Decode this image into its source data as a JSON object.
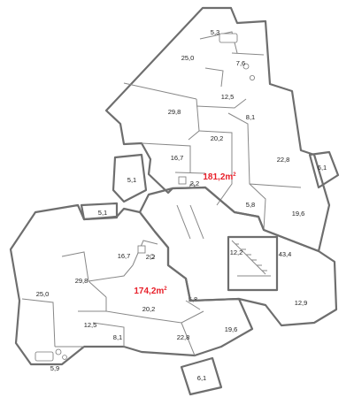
{
  "units": [
    {
      "id": "upper",
      "total": "181,2",
      "unit": "m",
      "sup": "2",
      "color": "#a9d48e",
      "rooms": [
        "5,3",
        "25,0",
        "7,6",
        "12,5",
        "29,8",
        "8,1",
        "20,2",
        "16,7",
        "22,8",
        "2,2",
        "5,8",
        "19,6"
      ]
    },
    {
      "id": "lower",
      "total": "174,2",
      "unit": "m",
      "sup": "2",
      "color": "#dcbc9e",
      "rooms": [
        "16,7",
        "2,2",
        "29,8",
        "25,0",
        "20,2",
        "5,8",
        "12,5",
        "8,1",
        "22,8",
        "19,6",
        "5,9"
      ]
    }
  ],
  "common": {
    "balconies": [
      "5,1",
      "5,1",
      "6,1",
      "6,1"
    ],
    "core": [
      "12,2",
      "43,4",
      "12,9"
    ]
  },
  "colors": {
    "total_text": "#e8202a",
    "wall": "#6e6e6e",
    "hall": "#ffffff"
  }
}
